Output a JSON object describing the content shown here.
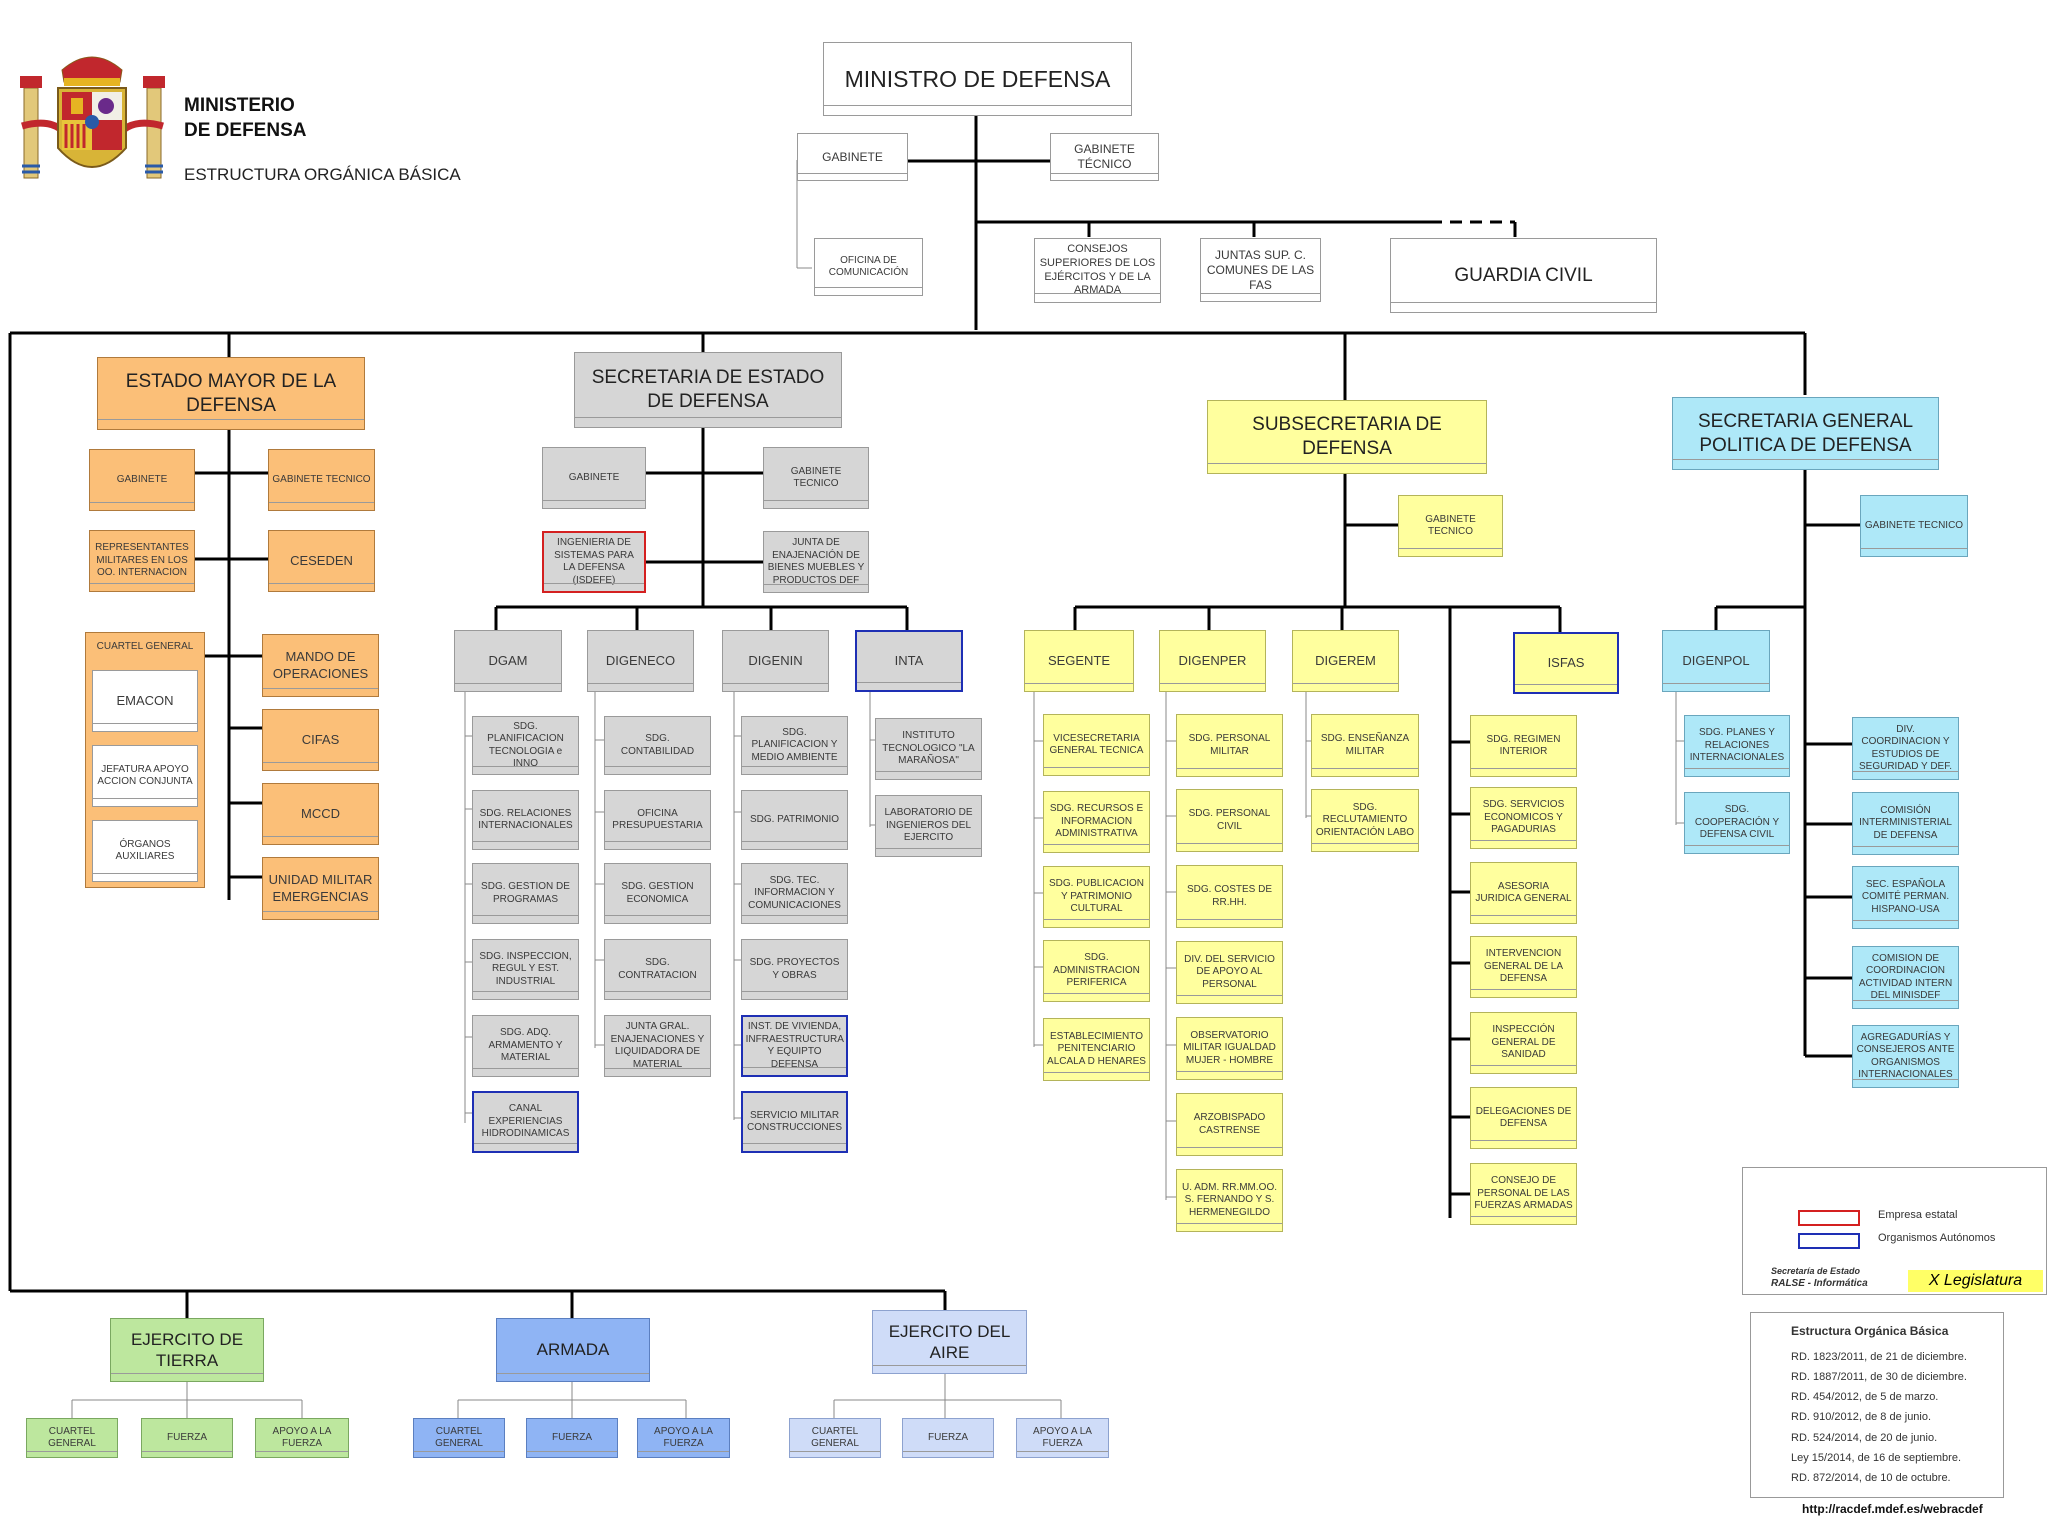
{
  "header": {
    "title1": "MINISTERIO",
    "title2": "DE DEFENSA",
    "subtitle": "ESTRUCTURA ORGÁNICA BÁSICA"
  },
  "top": {
    "ministro": "MINISTRO DE DEFENSA",
    "gabinete": "GABINETE",
    "gabinete_tecnico": "GABINETE TÉCNICO",
    "oficina": "OFICINA DE COMUNICACIÓN",
    "consejos": "CONSEJOS SUPERIORES DE LOS EJÉRCITOS Y DE LA ARMADA",
    "juntas": "JUNTAS SUP. C. COMUNES DE LAS FAS",
    "guardia": "GUARDIA  CIVIL"
  },
  "emad": {
    "title": "ESTADO MAYOR DE LA DEFENSA",
    "gabinete": "GABINETE",
    "gabinete_tecnico": "GABINETE TECNICO",
    "representantes": "REPRESENTANTES MILITARES EN LOS OO. INTERNACION",
    "ceseden": "CESEDEN",
    "cuartel": "CUARTEL  GENERAL",
    "emacon": "EMACON",
    "jefatura": "JEFATURA APOYO ACCION CONJUNTA",
    "organos": "ÓRGANOS AUXILIARES",
    "mando": "MANDO DE OPERACIONES",
    "cifas": "CIFAS",
    "mccd": "MCCD",
    "ume": "UNIDAD MILITAR EMERGENCIAS"
  },
  "sedef": {
    "title": "SECRETARIA DE ESTADO DE DEFENSA",
    "gabinete": "GABINETE",
    "gabinete_tecnico": "GABINETE TECNICO",
    "isdefe": "INGENIERIA DE SISTEMAS PARA LA DEFENSA (ISDEFE)",
    "junta": "JUNTA DE ENAJENACIÓN DE BIENES MUEBLES Y PRODUCTOS DEF",
    "dgam": {
      "title": "DGAM",
      "items": [
        "SDG. PLANIFICACION TECNOLOGIA e INNO",
        "SDG. RELACIONES INTERNACIONALES",
        "SDG. GESTION DE PROGRAMAS",
        "SDG. INSPECCION, REGUL Y EST. INDUSTRIAL",
        "SDG. ADQ. ARMAMENTO Y MATERIAL",
        "CANAL EXPERIENCIAS HIDRODINAMICAS"
      ]
    },
    "digeneco": {
      "title": "DIGENECO",
      "items": [
        "SDG. CONTABILIDAD",
        "OFICINA PRESUPUESTARIA",
        "SDG. GESTION ECONOMICA",
        "SDG. CONTRATACION",
        "JUNTA  GRAL. ENAJENACIONES Y LIQUIDADORA DE MATERIAL"
      ]
    },
    "digenin": {
      "title": "DIGENIN",
      "items": [
        "SDG. PLANIFICACION Y MEDIO AMBIENTE",
        "SDG. PATRIMONIO",
        "SDG. TEC. INFORMACION Y COMUNICACIONES",
        "SDG. PROYECTOS Y OBRAS",
        "INST. DE VIVIENDA, INFRAESTRUCTURA Y EQUIPTO DEFENSA",
        "SERVICIO MILITAR CONSTRUCCIONES"
      ]
    },
    "inta": {
      "title": "INTA",
      "items": [
        "INSTITUTO TECNOLOGICO \"LA MARAÑOSA\"",
        "LABORATORIO DE INGENIEROS DEL EJERCITO"
      ]
    }
  },
  "subdef": {
    "title": "SUBSECRETARIA DE DEFENSA",
    "gabinete_tecnico": "GABINETE TECNICO",
    "segente": {
      "title": "SEGENTE",
      "items": [
        "VICESECRETARIA GENERAL TECNICA",
        "SDG. RECURSOS E INFORMACION ADMINISTRATIVA",
        "SDG. PUBLICACION Y PATRIMONIO CULTURAL",
        "SDG. ADMINISTRACION PERIFERICA",
        "ESTABLECIMIENTO PENITENCIARIO ALCALA D HENARES"
      ]
    },
    "digenper": {
      "title": "DIGENPER",
      "items": [
        "SDG. PERSONAL MILITAR",
        "SDG. PERSONAL CIVIL",
        "SDG. COSTES DE RR.HH.",
        "DIV. DEL SERVICIO DE APOYO AL PERSONAL",
        "OBSERVATORIO MILITAR IGUALDAD MUJER - HOMBRE",
        "ARZOBISPADO CASTRENSE",
        "U. ADM. RR.MM.OO. S. FERNANDO Y S. HERMENEGILDO"
      ]
    },
    "digerem": {
      "title": "DIGEREM",
      "items": [
        "SDG. ENSEÑANZA MILITAR",
        "SDG. RECLUTAMIENTO ORIENTACIÓN LABO"
      ]
    },
    "isfas": "ISFAS",
    "others": [
      "SDG. REGIMEN INTERIOR",
      "SDG. SERVICIOS ECONOMICOS Y PAGADURIAS",
      "ASESORIA JURIDICA GENERAL",
      "INTERVENCION GENERAL DE LA DEFENSA",
      "INSPECCIÓN GENERAL DE SANIDAD",
      "DELEGACIONES DE DEFENSA",
      "CONSEJO DE PERSONAL DE LAS FUERZAS ARMADAS"
    ]
  },
  "segenpol": {
    "title": "SECRETARIA GENERAL POLITICA DE DEFENSA",
    "gabinete_tecnico": "GABINETE TECNICO",
    "digenpol": {
      "title": "DIGENPOL",
      "items": [
        "SDG. PLANES Y RELACIONES INTERNACIONALES",
        "SDG. COOPERACIÓN Y DEFENSA CIVIL"
      ]
    },
    "right": [
      "DIV. COORDINACION Y ESTUDIOS DE SEGURIDAD Y DEF.",
      "COMISIÓN INTERMINISTERIAL DE DEFENSA",
      "SEC. ESPAÑOLA COMITÉ PERMAN. HISPANO-USA",
      "COMISION  DE COORDINACION ACTIVIDAD  INTERN DEL MINISDEF",
      "AGREGADURÍAS  Y CONSEJEROS ANTE ORGANISMOS INTERNACIONALES"
    ]
  },
  "ejercitos": {
    "tierra": {
      "title": "EJERCITO DE TIERRA",
      "items": [
        "CUARTEL GENERAL",
        "FUERZA",
        "APOYO A LA FUERZA"
      ]
    },
    "armada": {
      "title": "ARMADA",
      "items": [
        "CUARTEL GENERAL",
        "FUERZA",
        "APOYO A LA FUERZA"
      ]
    },
    "aire": {
      "title": "EJERCITO DEL AIRE",
      "items": [
        "CUARTEL GENERAL",
        "FUERZA",
        "APOYO A LA FUERZA"
      ]
    }
  },
  "legend": {
    "empresa": "Empresa estatal",
    "organismos": "Organismos Autónomos",
    "secretaria1": "Secretaría de Estado",
    "secretaria2": "RALSE - Informática",
    "legislatura": "X Legislatura",
    "red": "#d42020",
    "blue": "#1e2fb4"
  },
  "refs": {
    "title": "Estructura Orgánica Básica",
    "items": [
      "RD. 1823/2011, de 21 de diciembre.",
      "RD. 1887/2011, de 30 de diciembre.",
      "RD. 454/2012, de 5 de marzo.",
      "RD. 910/2012, de 8 de junio.",
      "RD. 524/2014, de 20 de junio.",
      "Ley 15/2014, de 16 de septiembre.",
      "RD. 872/2014, de 10 de octubre."
    ]
  },
  "url": "http://racdef.mdef.es/webracdef",
  "colors": {
    "orange": "#fbbf78",
    "gray": "#d6d6d6",
    "yellow": "#ffff9e",
    "cyan": "#aee8f8",
    "green": "#bde79e",
    "blue": "#8fb4f4",
    "lightblue": "#cfdcf8"
  }
}
